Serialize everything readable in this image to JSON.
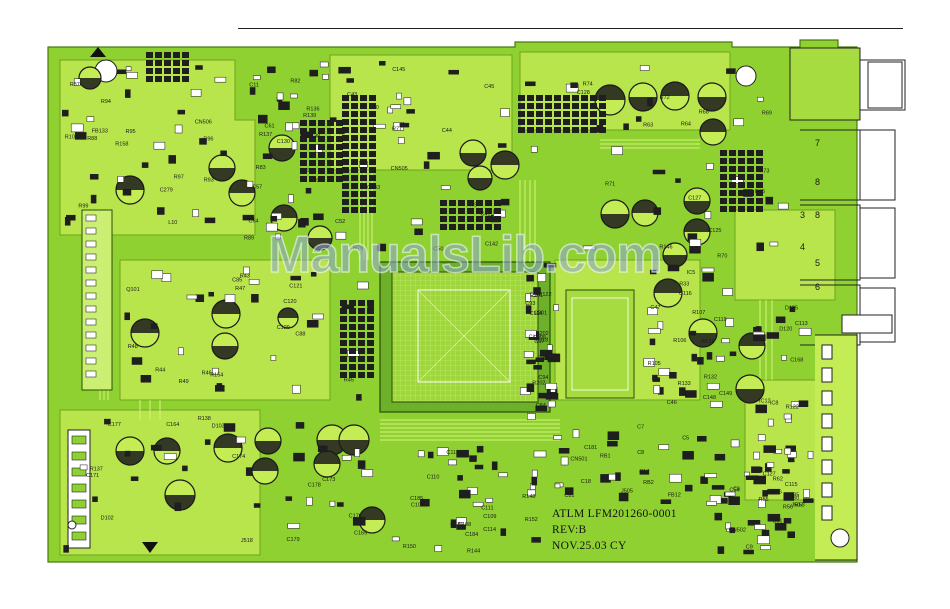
{
  "board": {
    "id_line": "ATLM  LFM201260-0001",
    "rev_line": "REV:B",
    "date_line": "NOV.25.03  CY",
    "watermark": "ManualsLib.com",
    "colors": {
      "substrate": "#8fd130",
      "copper": "#c3ec55",
      "silkscreen": "#111111",
      "pad": "#ffffff"
    }
  },
  "connector_numbers": [
    "7",
    "8",
    "3",
    "8",
    "4",
    "5",
    "6"
  ],
  "labels": [
    {
      "t": "C279"
    },
    {
      "t": "L10"
    },
    {
      "t": "R158"
    },
    {
      "t": "R99"
    },
    {
      "t": "R100"
    },
    {
      "t": "R97"
    },
    {
      "t": "R95"
    },
    {
      "t": "R96"
    },
    {
      "t": "R94"
    },
    {
      "t": "R93"
    },
    {
      "t": "CN506"
    },
    {
      "t": "FB133"
    },
    {
      "t": "R87"
    },
    {
      "t": "R88"
    },
    {
      "t": "R90"
    },
    {
      "t": "R89"
    },
    {
      "t": "C11"
    },
    {
      "t": "R82"
    },
    {
      "t": "R83"
    },
    {
      "t": "C20"
    },
    {
      "t": "R136"
    },
    {
      "t": "R139"
    },
    {
      "t": "R137"
    },
    {
      "t": "R138"
    },
    {
      "t": "C130"
    },
    {
      "t": "C57"
    },
    {
      "t": "C64"
    },
    {
      "t": "C61"
    },
    {
      "t": "C52"
    },
    {
      "t": "C50"
    },
    {
      "t": "C44"
    },
    {
      "t": "C40"
    },
    {
      "t": "C45"
    },
    {
      "t": "C41"
    },
    {
      "t": "C43"
    },
    {
      "t": "CN505"
    },
    {
      "t": "C145"
    },
    {
      "t": "C142"
    },
    {
      "t": "C143"
    },
    {
      "t": "R77"
    },
    {
      "t": "R76"
    },
    {
      "t": "R75"
    },
    {
      "t": "R74"
    },
    {
      "t": "R73"
    },
    {
      "t": "R72"
    },
    {
      "t": "R71"
    },
    {
      "t": "R70"
    },
    {
      "t": "R68"
    },
    {
      "t": "R69"
    },
    {
      "t": "R65"
    },
    {
      "t": "R64"
    },
    {
      "t": "R63"
    },
    {
      "t": "C125"
    },
    {
      "t": "C127"
    },
    {
      "t": "C128"
    },
    {
      "t": "R146"
    },
    {
      "t": "R44"
    },
    {
      "t": "R43"
    },
    {
      "t": "C120"
    },
    {
      "t": "R154"
    },
    {
      "t": "C129"
    },
    {
      "t": "C85"
    },
    {
      "t": "C121"
    },
    {
      "t": "R48"
    },
    {
      "t": "R49"
    },
    {
      "t": "R47"
    },
    {
      "t": "R45"
    },
    {
      "t": "R46"
    },
    {
      "t": "Q101"
    },
    {
      "t": "C88"
    },
    {
      "t": "C93"
    },
    {
      "t": "C97"
    },
    {
      "t": "C84"
    },
    {
      "t": "C92"
    },
    {
      "t": "C118"
    },
    {
      "t": "C117"
    },
    {
      "t": "C122"
    },
    {
      "t": "C105"
    },
    {
      "t": "C202"
    },
    {
      "t": "C201"
    },
    {
      "t": "R202"
    },
    {
      "t": "R201"
    },
    {
      "t": "C104"
    },
    {
      "t": "C94"
    },
    {
      "t": "IC5"
    },
    {
      "t": "R106"
    },
    {
      "t": "R105"
    },
    {
      "t": "R107"
    },
    {
      "t": "C47"
    },
    {
      "t": "C46"
    },
    {
      "t": "C119"
    },
    {
      "t": "C148"
    },
    {
      "t": "C149"
    },
    {
      "t": "R131"
    },
    {
      "t": "R132"
    },
    {
      "t": "R133"
    },
    {
      "t": "R33"
    },
    {
      "t": "C116"
    },
    {
      "t": "C113"
    },
    {
      "t": "IC8"
    },
    {
      "t": "IC12"
    },
    {
      "t": "R53"
    },
    {
      "t": "R35"
    },
    {
      "t": "R55"
    },
    {
      "t": "C115"
    },
    {
      "t": "C127"
    },
    {
      "t": "D125"
    },
    {
      "t": "D120"
    },
    {
      "t": "R122"
    },
    {
      "t": "J506"
    },
    {
      "t": "J507"
    },
    {
      "t": "C168"
    },
    {
      "t": "C164"
    },
    {
      "t": "C165"
    },
    {
      "t": "C173"
    },
    {
      "t": "C176"
    },
    {
      "t": "C177"
    },
    {
      "t": "C171"
    },
    {
      "t": "C174"
    },
    {
      "t": "C179"
    },
    {
      "t": "C178"
    },
    {
      "t": "D103"
    },
    {
      "t": "D102"
    },
    {
      "t": "R138"
    },
    {
      "t": "R137"
    },
    {
      "t": "J518"
    },
    {
      "t": "C110"
    },
    {
      "t": "C111"
    },
    {
      "t": "C108"
    },
    {
      "t": "C109"
    },
    {
      "t": "R144"
    },
    {
      "t": "C106"
    },
    {
      "t": "R148"
    },
    {
      "t": "R150"
    },
    {
      "t": "R152"
    },
    {
      "t": "C112"
    },
    {
      "t": "C114"
    },
    {
      "t": "C185"
    },
    {
      "t": "C186"
    },
    {
      "t": "C184"
    },
    {
      "t": "C181"
    },
    {
      "t": "J505"
    },
    {
      "t": "CN501"
    },
    {
      "t": "RB1"
    },
    {
      "t": "RB2"
    },
    {
      "t": "FB12"
    },
    {
      "t": "L8"
    },
    {
      "t": "C18"
    },
    {
      "t": "C17"
    },
    {
      "t": "C81"
    },
    {
      "t": "C5"
    },
    {
      "t": "C6"
    },
    {
      "t": "C7"
    },
    {
      "t": "C8"
    },
    {
      "t": "C9"
    },
    {
      "t": "CN502"
    },
    {
      "t": "C51"
    },
    {
      "t": "C54"
    },
    {
      "t": "R56"
    },
    {
      "t": "R60"
    },
    {
      "t": "R62"
    }
  ]
}
